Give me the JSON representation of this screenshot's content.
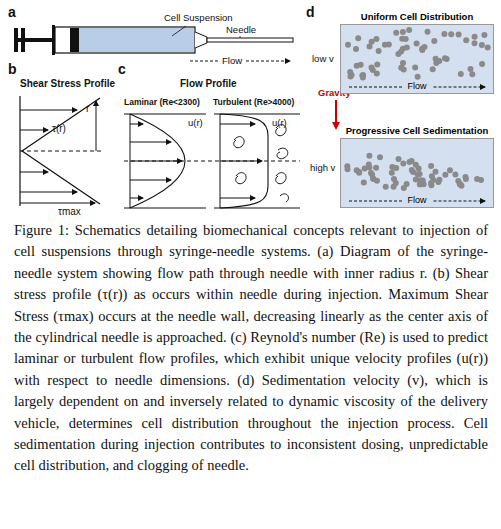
{
  "diagram": {
    "caption": "Figure 1: Schematics detailing biomechanical concepts relevant to injection of cell suspensions through syringe-needle systems. (a) Diagram of the syringe-needle system showing flow path through needle with inner radius r. (b) Shear stress profile (τ(r)) as occurs within needle during injection. Maximum Shear Stress (τmax) occurs at the needle wall, decreasing linearly as the center axis of the cylindrical needle is approached. (c) Reynold's number (Re) is used to predict laminar or turbulent flow profiles, which exhibit unique velocity profiles (u(r)) with respect to needle dimensions. (d) Sedimentation velocity (v), which is largely dependent on and inversely related to dynamic viscosity of the delivery vehicle, determines cell distribution throughout the injection process. Cell sedimentation during injection contributes to inconsistent dosing, unpredictable cell distribution, and clogging of needle.",
    "nodes": [
      {
        "text": [
          "Uniform Cell Distribution",
          "Flow"
        ]
      },
      {
        "text": [
          "Progressive Cell Sedimentation",
          "Flow"
        ]
      }
    ],
    "labels": [
      "a",
      "Cell Suspension",
      "Needle",
      "Flow",
      "b",
      "Shear Stress Profile",
      "r",
      "τ(r)",
      "τmax",
      "c",
      "Flow Profile",
      "Laminar (Re<2300)",
      "Turbulent (Re>4000)",
      "u(r)",
      "u(r)",
      "d",
      "low v",
      "Gravity",
      "high v"
    ]
  }
}
